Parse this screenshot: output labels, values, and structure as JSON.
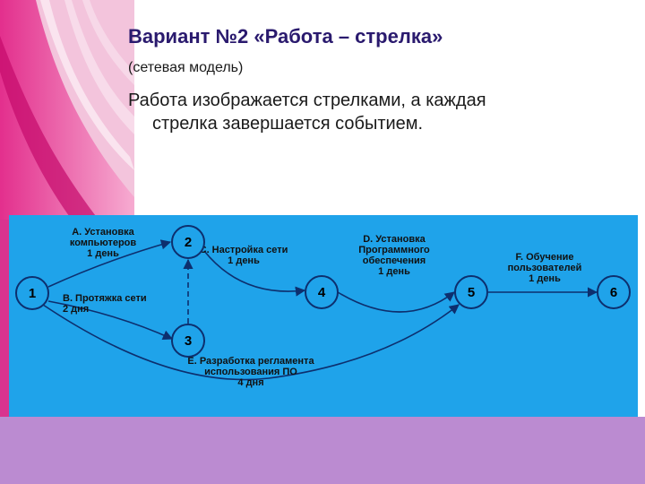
{
  "slide": {
    "title": "Вариант №2 «Работа – стрелка»",
    "subtitle": "(сетевая модель)",
    "body_line1": "Работа изображается стрелками, а каждая",
    "body_line2": "стрелка завершается событием."
  },
  "diagram": {
    "background_color": "#1fa3ea",
    "nodes": [
      {
        "id": "1",
        "label": "1"
      },
      {
        "id": "2",
        "label": "2"
      },
      {
        "id": "3",
        "label": "3"
      },
      {
        "id": "4",
        "label": "4"
      },
      {
        "id": "5",
        "label": "5"
      },
      {
        "id": "6",
        "label": "6"
      }
    ],
    "edges": [
      {
        "from": "1",
        "to": "2",
        "label_lines": [
          "А. Установка",
          "компьютеров",
          "1 день"
        ]
      },
      {
        "from": "1",
        "to": "3",
        "label_lines": [
          "В. Протяжка сети",
          "2 дня"
        ]
      },
      {
        "from": "2",
        "to": "4",
        "label_lines": [
          "С. Настройка сети",
          "1 день"
        ]
      },
      {
        "from": "3",
        "to": "2",
        "label_lines": [],
        "style": "dashed"
      },
      {
        "from": "4",
        "to": "5",
        "label_lines": [
          "D. Установка",
          "Программного",
          "обеспечения",
          "1 день"
        ]
      },
      {
        "from": "5",
        "to": "6",
        "label_lines": [
          "F. Обучение",
          "пользователей",
          "1 день"
        ]
      },
      {
        "from": "1",
        "to": "5",
        "label_lines": [
          "Е. Разработка регламента",
          "использования ПО",
          "4 дня"
        ]
      }
    ]
  }
}
